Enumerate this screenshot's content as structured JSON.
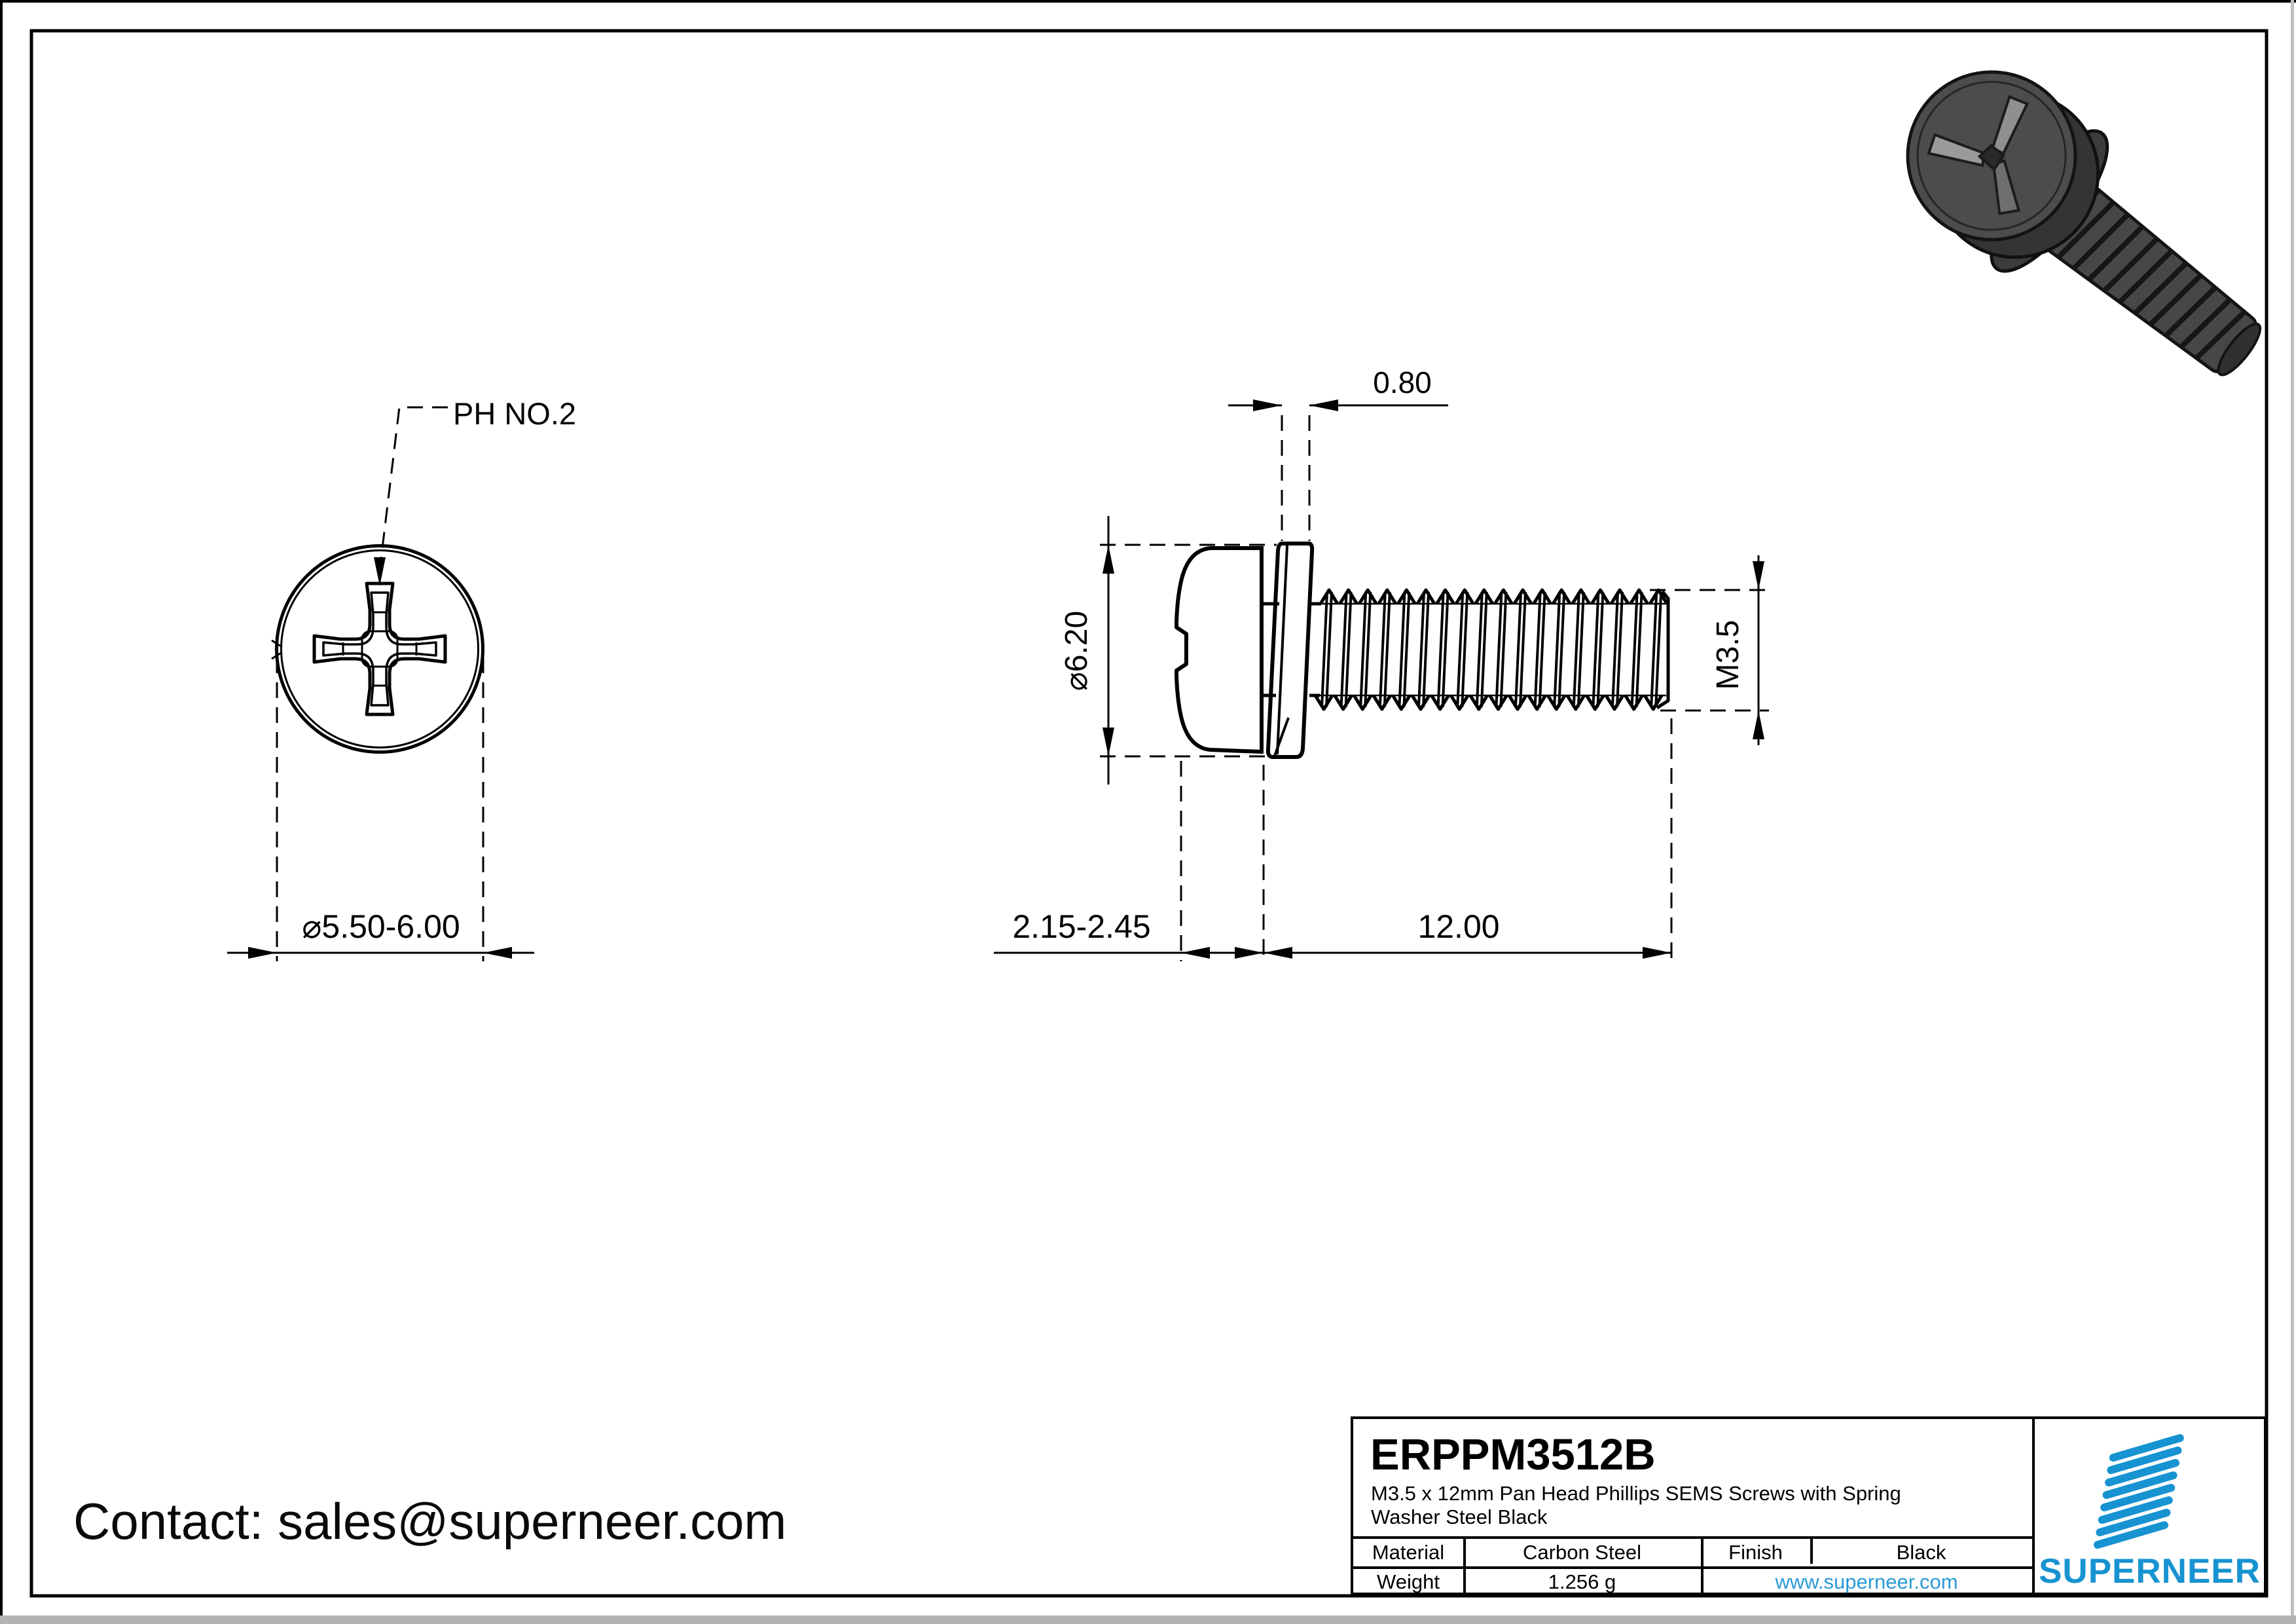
{
  "drawing": {
    "front_view": {
      "drive_label": "PH NO.2",
      "head_diameter": "⌀5.50-6.00"
    },
    "side_view": {
      "washer_thickness": "0.80",
      "washer_diameter": "⌀6.20",
      "thread_spec": "M3.5",
      "head_height": "2.15-2.45",
      "thread_length": "12.00"
    }
  },
  "contact": {
    "label": "Contact: sales@superneer.com"
  },
  "title_block": {
    "part_number": "ERPPM3512B",
    "description_line1": "M3.5 x 12mm Pan Head Phillips SEMS Screws with Spring",
    "description_line2": "Washer Steel Black",
    "material_label": "Material",
    "material_value": "Carbon Steel",
    "finish_label": "Finish",
    "finish_value": "Black",
    "weight_label": "Weight",
    "weight_value": "1.256 g",
    "website": "www.superneer.com",
    "brand": "SUPERNEER"
  },
  "colors": {
    "brand_blue": "#1793d1",
    "link_blue": "#2b9ad6",
    "line": "#000000"
  }
}
